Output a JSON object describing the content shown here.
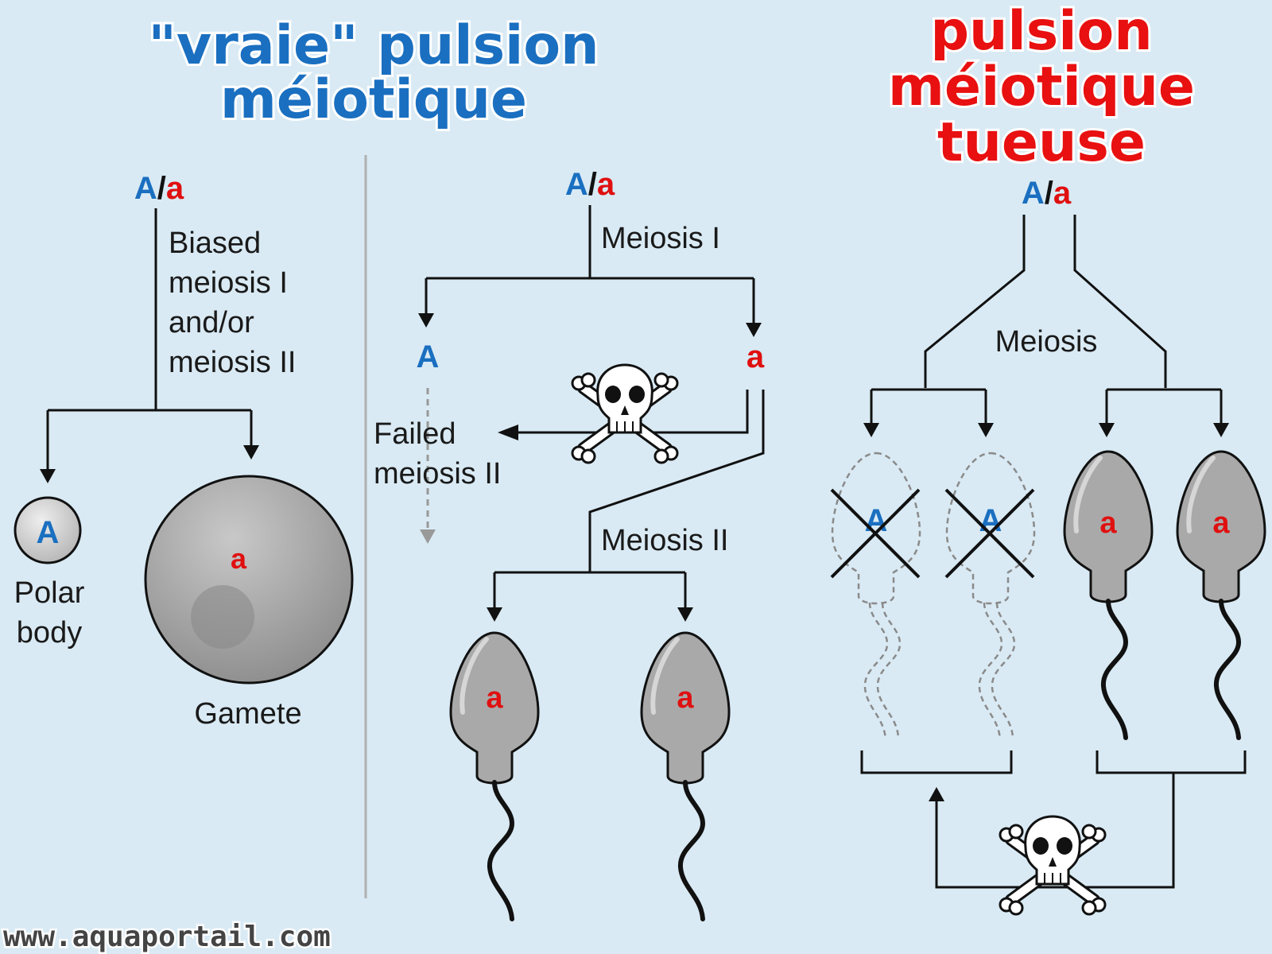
{
  "titles": {
    "left_line1": "\"vraie\" pulsion",
    "left_line2": "méiotique",
    "right_line1": "pulsion",
    "right_line2": "méiotique",
    "right_line3": "tueuse"
  },
  "colors": {
    "allele_A": "#1a6fc0",
    "allele_a": "#e01010",
    "background": "#d9eaf4"
  },
  "genotype": {
    "A": "A",
    "sep": "/",
    "a": "a"
  },
  "panel1": {
    "meiosis_label": [
      "Biased",
      "meiosis I",
      "and/or",
      "meiosis II"
    ],
    "polar_allele": "A",
    "polar_label": [
      "Polar",
      "body"
    ],
    "gamete_allele": "a",
    "gamete_label": "Gamete"
  },
  "panel2": {
    "meiosis1": "Meiosis I",
    "left_allele": "A",
    "right_allele": "a",
    "failed": [
      "Failed",
      "meiosis II"
    ],
    "meiosis2": "Meiosis II",
    "sperm_alleles": [
      "a",
      "a"
    ]
  },
  "panel3": {
    "meiosis": "Meiosis",
    "dead_alleles": [
      "A",
      "A"
    ],
    "live_alleles": [
      "a",
      "a"
    ]
  },
  "icons": [
    "skull-crossbones-icon"
  ],
  "watermark": "www.aquaportail.com"
}
